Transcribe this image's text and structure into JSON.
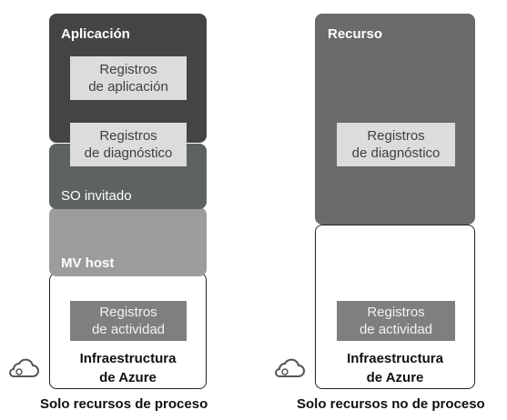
{
  "left_stack": {
    "app_layer": {
      "label": "Aplicación",
      "chip": "Registros\nde aplicación"
    },
    "diag_chip": "Registros\nde diagnóstico",
    "guest_layer": {
      "label": "SO invitado"
    },
    "host_layer": {
      "label": "MV host"
    },
    "azure_layer": {
      "chip": "Registros\nde actividad",
      "label": "Infraestructura\nde Azure"
    },
    "caption": "Solo recursos de proceso"
  },
  "right_stack": {
    "resource_layer": {
      "label": "Recurso",
      "chip": "Registros\nde diagnóstico"
    },
    "azure_layer": {
      "chip": "Registros\nde actividad",
      "label": "Infraestructura\nde Azure"
    },
    "caption": "Solo recursos no de proceso"
  },
  "icons": {
    "cloud": "cloud-gear-icon"
  },
  "colors": {
    "app": "#444444",
    "guest": "#5e6360",
    "host": "#9c9c9c",
    "resource": "#6a6a6a",
    "chip_light": "#dcdcdc",
    "chip_mid": "#7f7f7f"
  }
}
